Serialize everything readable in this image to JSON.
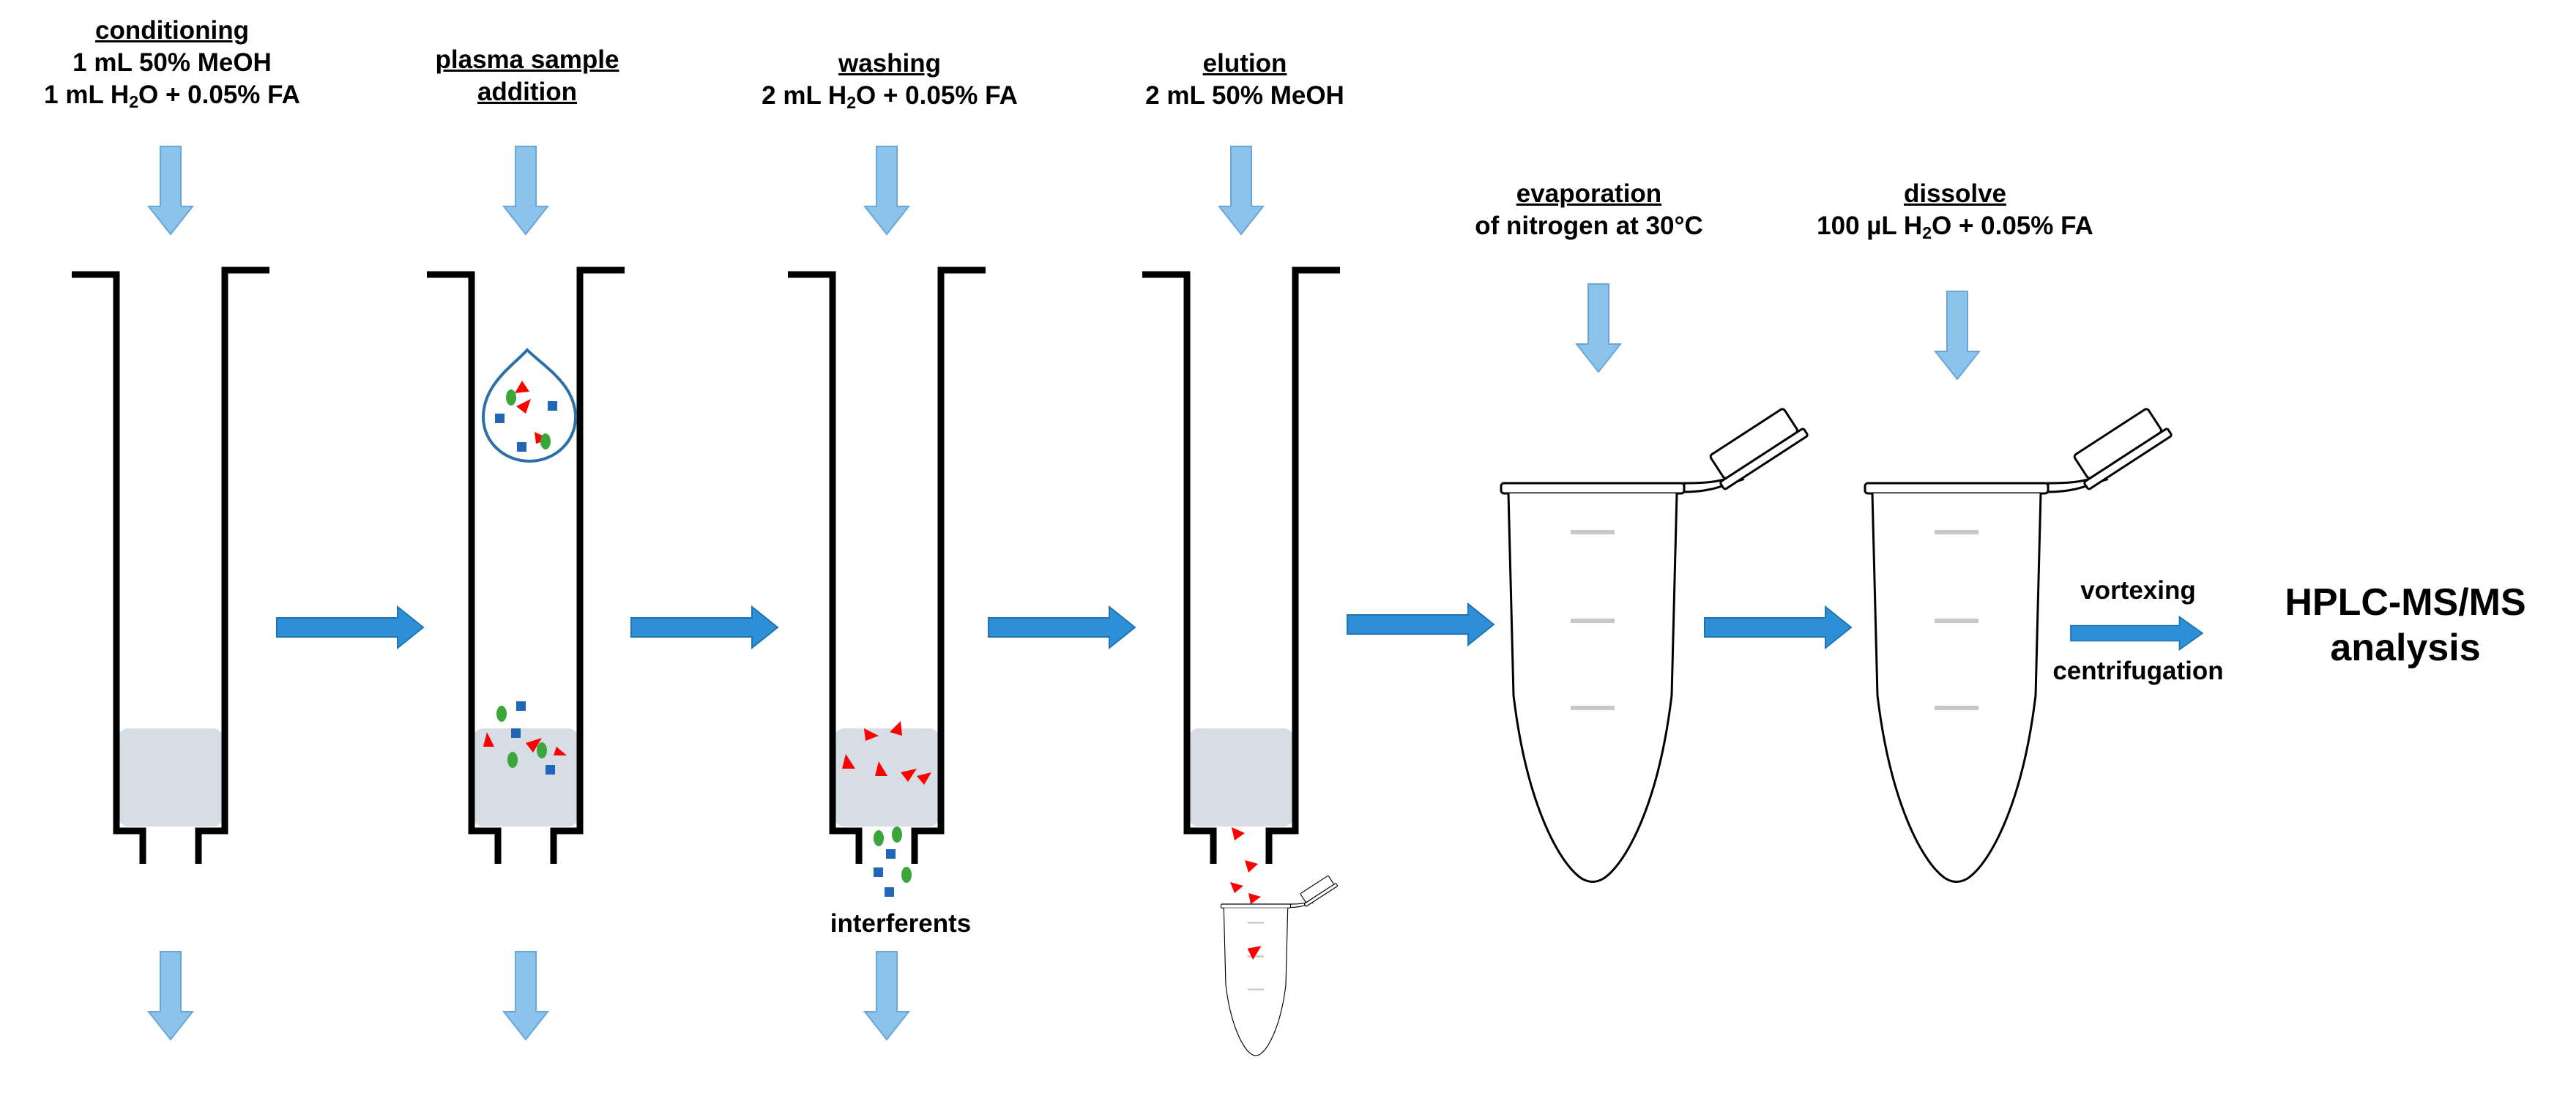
{
  "steps": {
    "conditioning": {
      "title": "conditioning",
      "line1": "1 mL 50% MeOH",
      "line2_a": "1 mL H",
      "line2_sub": "2",
      "line2_b": "O + 0.05% FA"
    },
    "sample": {
      "title_line1": "plasma sample",
      "title_line2": "addition"
    },
    "washing": {
      "title": "washing",
      "line1_a": "2 mL H",
      "line1_sub": "2",
      "line1_b": "O + 0.05% FA",
      "waste_label": "interferents"
    },
    "elution": {
      "title": "elution",
      "line1": "2 mL 50% MeOH"
    },
    "evaporation": {
      "title": "evaporation",
      "line1": "of nitrogen at 30°C"
    },
    "dissolve": {
      "title": "dissolve",
      "line1_a": "100 µL H",
      "line1_sub": "2",
      "line1_b": "O + 0.05% FA"
    },
    "final": {
      "step_above": "vortexing",
      "step_below": "centrifugation",
      "result_line1": "HPLC-MS/MS",
      "result_line2": "analysis"
    }
  },
  "colors": {
    "flow_arrow": "#8cc3ea",
    "process_arrow": "#2d8fd5",
    "sorbent": "#d6dde5",
    "analyte": "#ff0000",
    "interferent_round": "#3aa63a",
    "interferent_square": "#2266b8",
    "outline": "#000000",
    "tube_marks": "#c8c8c8"
  }
}
